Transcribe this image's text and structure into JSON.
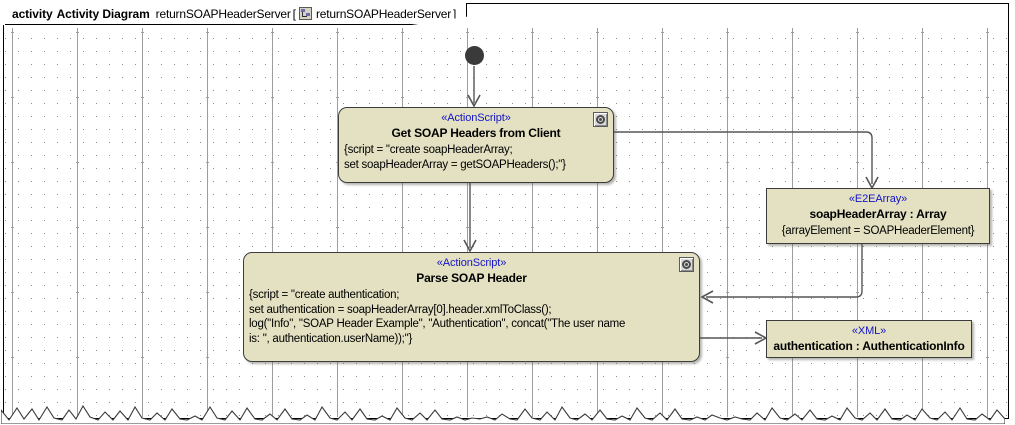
{
  "frame": {
    "kind_label": "activity",
    "type_label": "Activity Diagram",
    "name": "returnSOAPHeaderServer",
    "bracket_open": "[",
    "bracket_close": "]",
    "ref_name": "returnSOAPHeaderServer",
    "icon": "activity-diagram-icon"
  },
  "colors": {
    "node_fill": "#E3E1C2",
    "node_border": "#3C3C3C",
    "stereotype_text": "#1414C8",
    "edge": "#555555",
    "initial_node": "#3A3A3A",
    "grid_dot": "#8D8D8D",
    "canvas": "#FFFFFF"
  },
  "nodes": [
    {
      "id": "initial",
      "kind": "initial-node",
      "name": "initial-node"
    },
    {
      "id": "get-soap-headers",
      "kind": "action",
      "stereotype": "«ActionScript»",
      "title": "Get SOAP Headers from Client",
      "body": "{script = \"create soapHeaderArray;\nset soapHeaderArray = getSOAPHeaders();\"}",
      "marker": "script-marker-icon"
    },
    {
      "id": "soap-header-array",
      "kind": "object",
      "stereotype": "«E2EArray»",
      "title": "soapHeaderArray : Array",
      "body": "{arrayElement = SOAPHeaderElement}"
    },
    {
      "id": "parse-soap-header",
      "kind": "action",
      "stereotype": "«ActionScript»",
      "title": "Parse SOAP Header",
      "body": "{script = \"create authentication;\nset authentication = soapHeaderArray[0].header.xmlToClass();\nlog(\"Info\", \"SOAP Header Example\", \"Authentication\", concat(\"The user name\nis: \", authentication.userName));\"}",
      "marker": "script-marker-icon"
    },
    {
      "id": "authentication",
      "kind": "object",
      "stereotype": "«XML»",
      "title": "authentication : AuthenticationInfo"
    }
  ],
  "edges": [
    {
      "id": "e1",
      "from": "initial",
      "to": "get-soap-headers",
      "name": "edge-initial-to-get-soap-headers"
    },
    {
      "id": "e2",
      "from": "get-soap-headers",
      "to": "parse-soap-header",
      "name": "edge-get-soap-headers-to-parse-soap-header"
    },
    {
      "id": "e3",
      "from": "get-soap-headers",
      "to": "soap-header-array",
      "name": "edge-get-soap-headers-to-soap-header-array"
    },
    {
      "id": "e4",
      "from": "soap-header-array",
      "to": "parse-soap-header",
      "name": "edge-soap-header-array-to-parse-soap-header"
    },
    {
      "id": "e5",
      "from": "parse-soap-header",
      "to": "authentication",
      "name": "edge-parse-soap-header-to-authentication"
    }
  ]
}
